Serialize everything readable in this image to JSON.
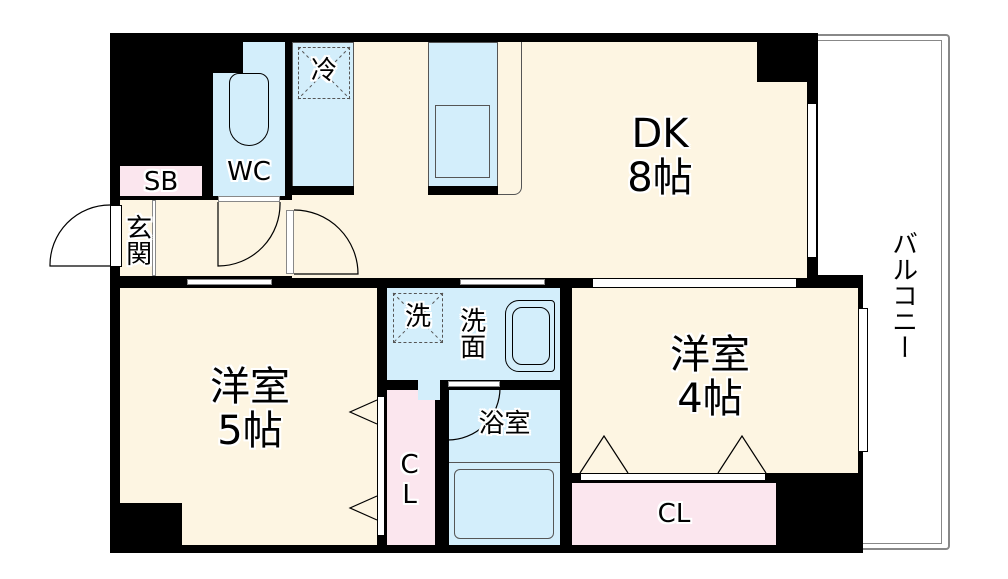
{
  "rooms": {
    "dk": {
      "name": "DK",
      "size": "8帖"
    },
    "western_5": {
      "name": "洋室",
      "size": "5帖"
    },
    "western_4": {
      "name": "洋室",
      "size": "4帖"
    },
    "wc": "WC",
    "sb": "SB",
    "entrance": "玄関",
    "fridge": "冷",
    "washer": "洗",
    "washroom": "洗面",
    "bathroom": "浴室",
    "closet_vertical": "CL",
    "closet_horizontal": "CL",
    "balcony": "バルコニー"
  },
  "colors": {
    "floor": "#fdf5e2",
    "wet_area": "#d3eefb",
    "storage": "#fbe6ee",
    "wall": "#000000"
  }
}
